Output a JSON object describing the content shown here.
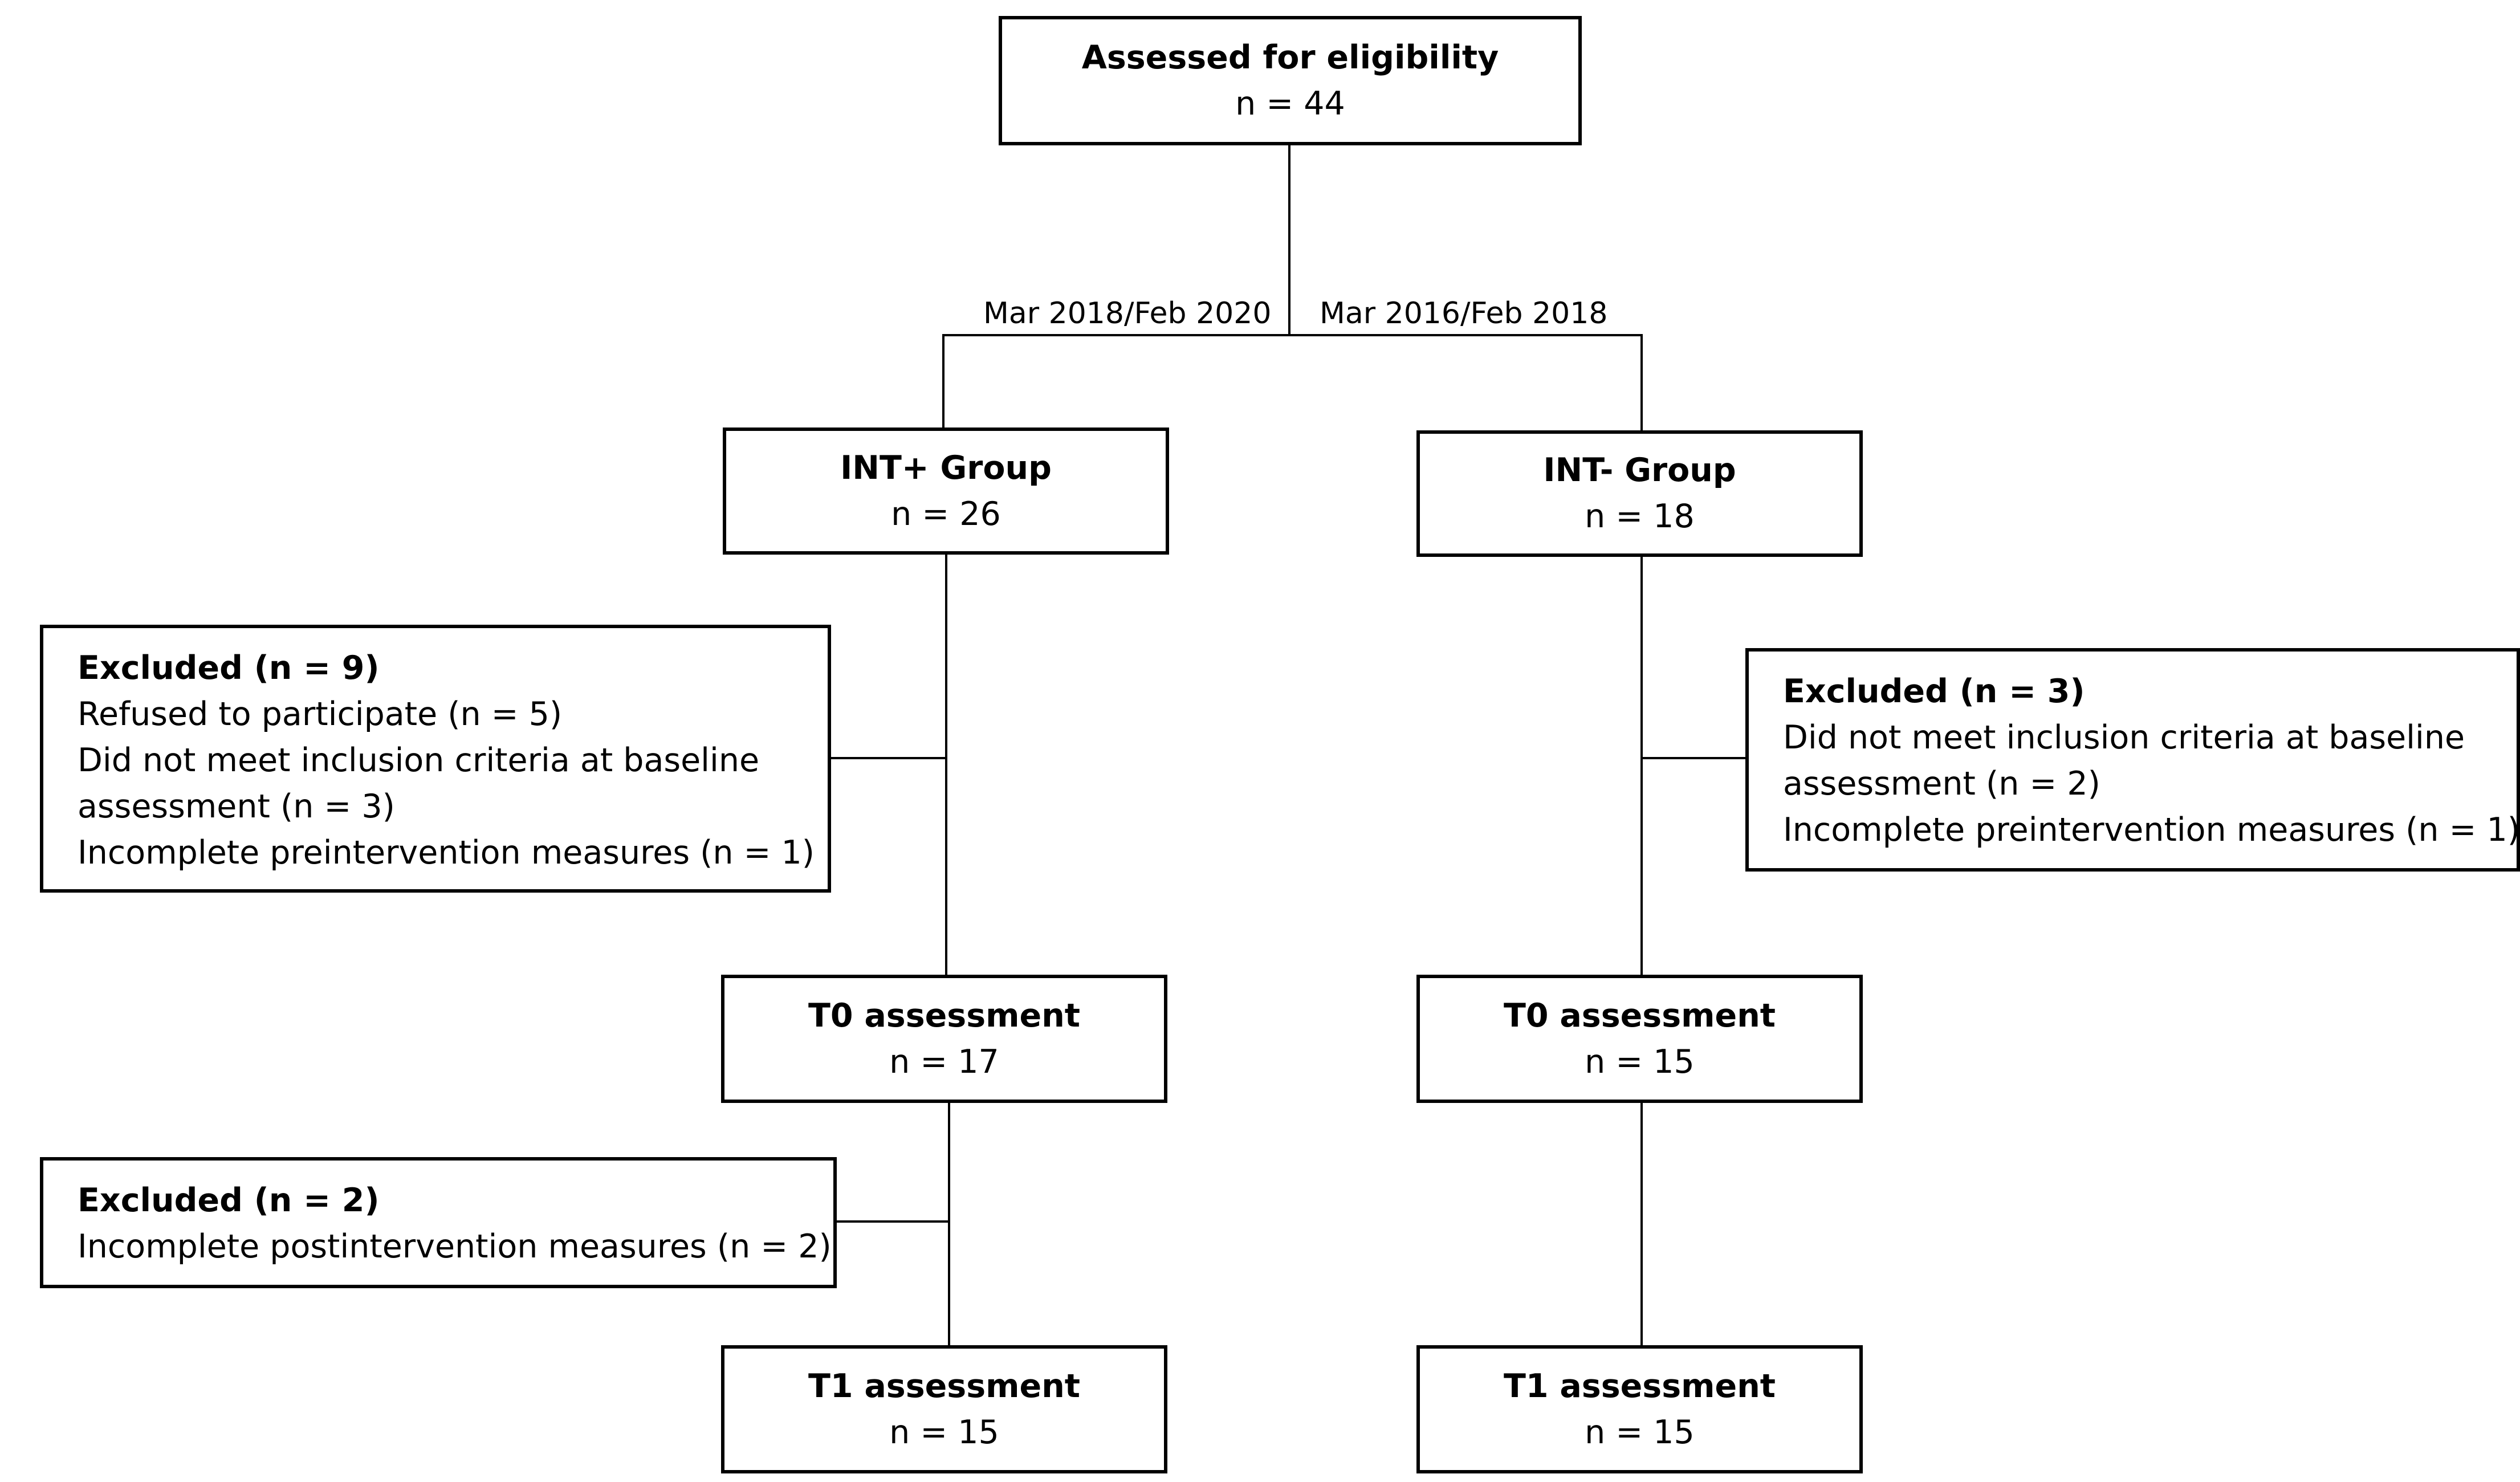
{
  "eligibility": {
    "title": "Assessed for eligibility",
    "count": "n = 44"
  },
  "periods": {
    "left": "Mar 2018/Feb 2020",
    "right": "Mar 2016/Feb 2018"
  },
  "int_plus": {
    "group": {
      "title": "INT+ Group",
      "count": "n = 26"
    },
    "excluded_1": {
      "title": "Excluded (n = 9)",
      "lines": [
        "Refused to participate (n = 5)",
        "Did not meet inclusion criteria at baseline",
        "assessment (n = 3)",
        "Incomplete preintervention measures (n = 1)"
      ]
    },
    "t0": {
      "title": "T0 assessment",
      "count": "n = 17"
    },
    "excluded_2": {
      "title": "Excluded (n = 2)",
      "lines": [
        "Incomplete postintervention measures (n = 2)"
      ]
    },
    "t1": {
      "title": "T1 assessment",
      "count": "n = 15"
    }
  },
  "int_minus": {
    "group": {
      "title": "INT- Group",
      "count": "n = 18"
    },
    "excluded_1": {
      "title": "Excluded (n = 3)",
      "lines": [
        "Did not meet inclusion criteria at baseline",
        "assessment (n = 2)",
        "Incomplete preintervention measures (n = 1)"
      ]
    },
    "t0": {
      "title": "T0 assessment",
      "count": "n = 15"
    },
    "t1": {
      "title": "T1 assessment",
      "count": "n = 15"
    }
  }
}
